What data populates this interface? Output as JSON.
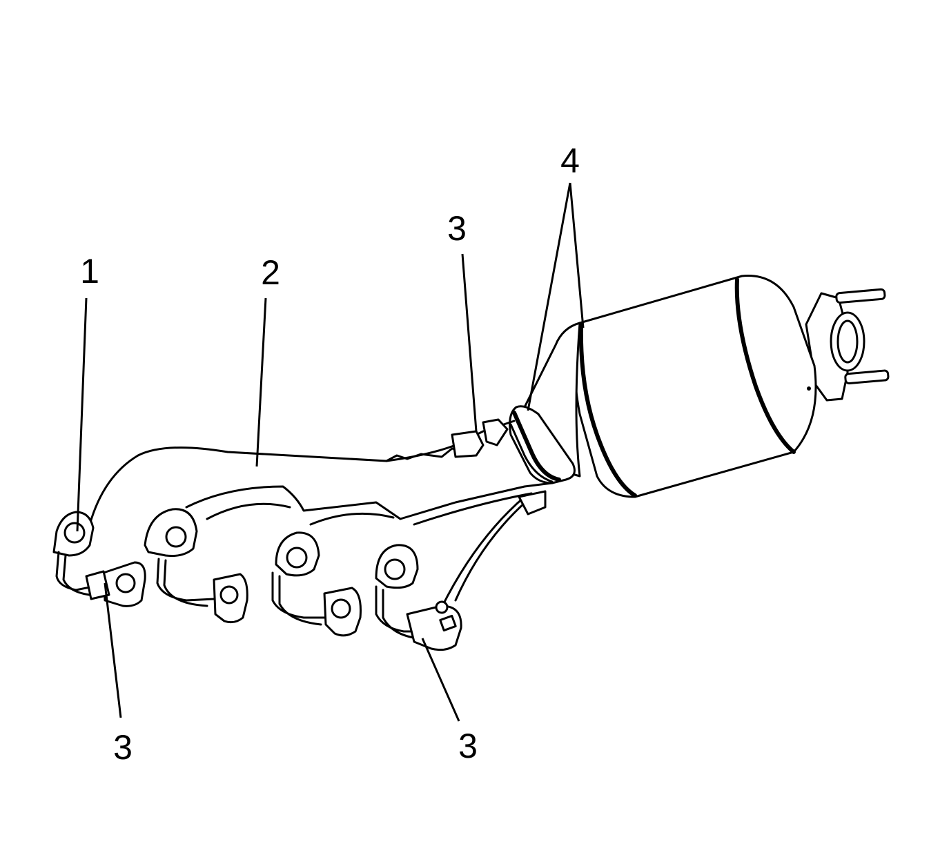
{
  "diagram": {
    "callouts": [
      {
        "id": "c1",
        "label": "1"
      },
      {
        "id": "c2",
        "label": "2"
      },
      {
        "id": "c3-top",
        "label": "3"
      },
      {
        "id": "c3-left",
        "label": "3"
      },
      {
        "id": "c3-right",
        "label": "3"
      },
      {
        "id": "c4",
        "label": "4"
      }
    ]
  }
}
